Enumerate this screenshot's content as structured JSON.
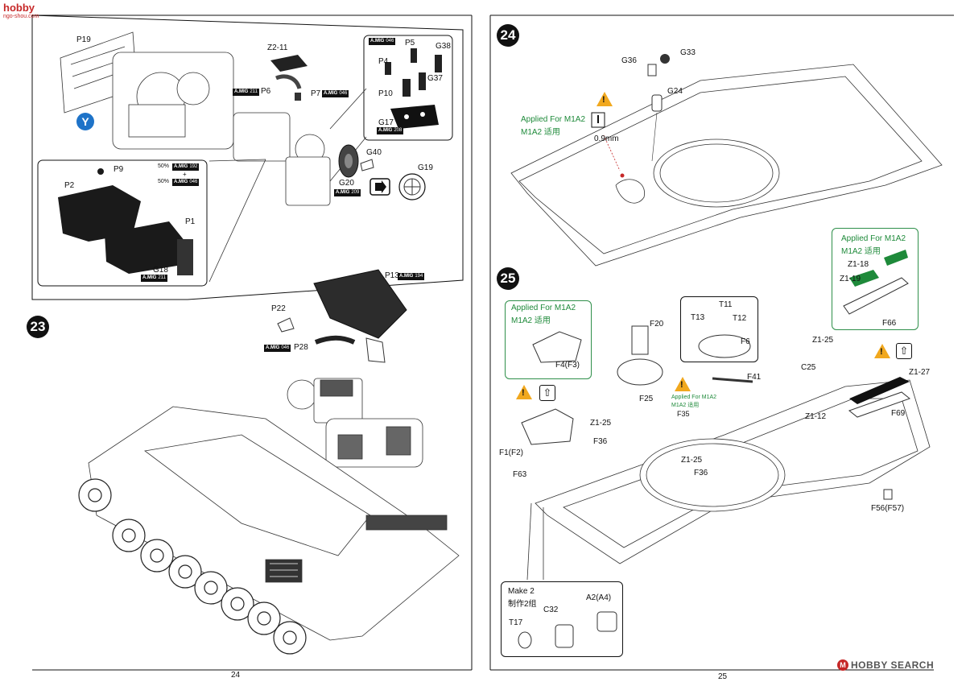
{
  "watermark": {
    "site": "hobby",
    "url": "ngo-shou.com"
  },
  "brand_logo": {
    "text": "HOBBY SEARCH",
    "mark": "M"
  },
  "pages": {
    "left": "24",
    "right": "25"
  },
  "steps": {
    "s23": "23",
    "s24": "24",
    "s25": "25"
  },
  "sub_marker": "Y",
  "left_labels": {
    "p19": "P19",
    "z2_11": "Z2-11",
    "p6": "P6",
    "p7": "P7",
    "p5": "P5",
    "p4": "P4",
    "g38": "G38",
    "g37": "G37",
    "p10": "P10",
    "g17": "G17",
    "g40": "G40",
    "g20": "G20",
    "g19": "G19",
    "p9": "P9",
    "p2": "P2",
    "p1": "P1",
    "g18": "G18",
    "p13": "P13",
    "p22": "P22",
    "p28": "P28",
    "pct50a": "50%",
    "plus": "+",
    "pct50b": "50%"
  },
  "paints": {
    "brand": "A.MIG",
    "mig046": "046",
    "mig211": "211",
    "mig208": "208",
    "mig209": "209",
    "mig192": "192",
    "mig194": "194"
  },
  "step24": {
    "g36": "G36",
    "g33": "G33",
    "g24": "G24",
    "drill": "0.9mm",
    "applied_en": "Applied For M1A2",
    "applied_cn": "M1A2 适用"
  },
  "step25": {
    "box1_en": "Applied For M1A2",
    "box1_cn": "M1A2 适用",
    "f4": "F4(F3)",
    "box2_en": "Applied For M1A2",
    "box2_cn": "M1A2 适用",
    "z1_18": "Z1-18",
    "z1_19": "Z1-19",
    "f66": "F66",
    "t11": "T11",
    "t13": "T13",
    "t12": "T12",
    "f6": "F6",
    "f20": "F20",
    "f25": "F25",
    "small_en": "Applied For M1A2",
    "small_cn": "M1A2 适用",
    "f35": "F35",
    "f41": "F41",
    "z1_25a": "Z1-25",
    "c25": "C25",
    "z1_27": "Z1-27",
    "f69": "F69",
    "z1_25b": "Z1-25",
    "f36a": "F36",
    "z1_12": "Z1-12",
    "z1_25c": "Z1-25",
    "f36b": "F36",
    "f1": "F1(F2)",
    "f63": "F63",
    "f56": "F56(F57)",
    "make_en": "Make 2",
    "make_cn": "制作2组",
    "t17": "T17",
    "c32": "C32",
    "a2": "A2(A4)"
  }
}
